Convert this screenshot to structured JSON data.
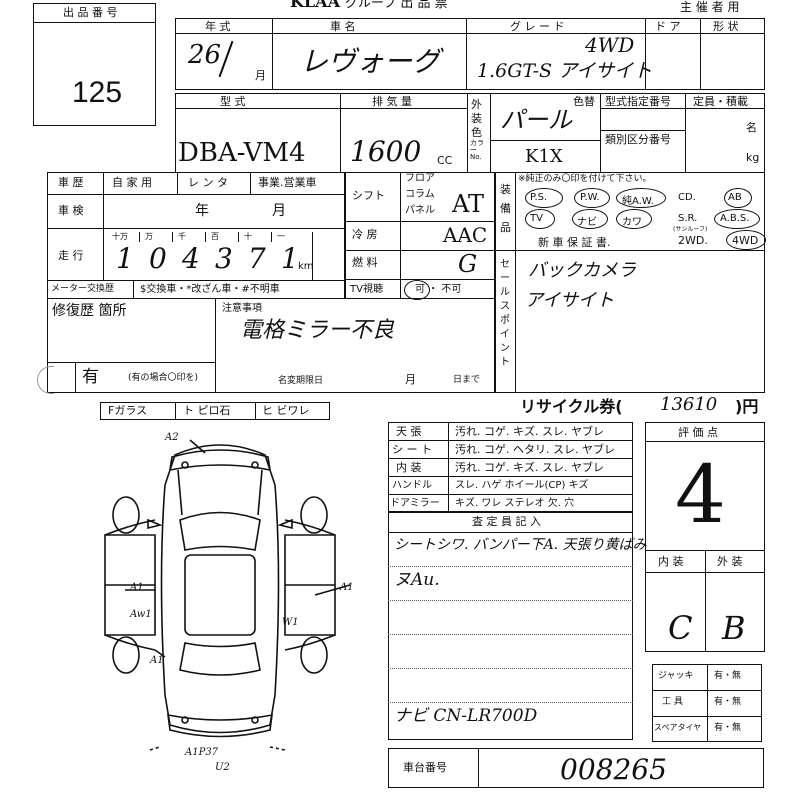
{
  "header": {
    "logo": "KLAA",
    "title": "グループ 出 品 票",
    "organizer_label": "主 催 者 用"
  },
  "lot": {
    "label": "出 品 番 号",
    "number": "125"
  },
  "top_row": {
    "year_label": "年 式",
    "year_value": "26",
    "month_label": "月",
    "car_name_label": "車 名",
    "car_name_value": "レヴォーグ",
    "grade_label": "グ レ ー ド",
    "grade_drive": "4WD",
    "grade_value": "1.6GT-S アイサイト",
    "doors_label": "ド ア",
    "shape_label": "形 状"
  },
  "second_row": {
    "model_label": "型 式",
    "model_value": "DBA-VM4",
    "displacement_label": "排 気 量",
    "displacement_value": "1600",
    "cc": "CC",
    "exterior_label": "外装色",
    "color_no_label": "カラーNo.",
    "color_change_label": "色替",
    "color_value": "パール",
    "color_code": "K1X",
    "type_designation_label": "型式指定番号",
    "category_label": "類別区分番号",
    "capacity_label": "定員・積載",
    "person_unit": "名",
    "kg_unit": "kg"
  },
  "history": {
    "title": "車 歴",
    "options": [
      "自 家 用",
      "レ ン タ",
      "事業.営業車"
    ],
    "inspection_label": "車 検",
    "year_unit": "年",
    "month_unit": "月",
    "mileage_label": "走 行",
    "digit_labels": [
      "十万",
      "万",
      "千",
      "百",
      "十",
      "一"
    ],
    "mileage_digits": [
      "1",
      "0",
      "4",
      "3",
      "7",
      "1"
    ],
    "km": "km",
    "meter_label": "メーター交換歴",
    "meter_options": "$交換車・*改ざん車・#不明車"
  },
  "shift": {
    "shift_label": "シフト",
    "shift_options": [
      "フロア",
      "コラム",
      "パネル"
    ],
    "shift_value": "AT",
    "ac_label": "冷 房",
    "ac_value": "AAC",
    "fuel_label": "燃 料",
    "fuel_value": "G",
    "tv_label": "TV視聴",
    "tv_options": "可 ・ 不可"
  },
  "equipment": {
    "label": "装備品",
    "note": "※純正のみ〇印を付けて下さい。",
    "items_row1": [
      "P.S.",
      "P.W.",
      "純A.W.",
      "CD.",
      "AB"
    ],
    "items_row2": [
      "TV",
      "ナビ",
      "カワ",
      "S.R.",
      "A.B.S."
    ],
    "items_row3": [
      "新 車 保 証 書.",
      "2WD.",
      "4WD"
    ],
    "sunroof_sub": "(サンルーフ)"
  },
  "sales_point": {
    "label": "セールスポイント",
    "lines": [
      "バックカメラ",
      "アイサイト"
    ]
  },
  "repair": {
    "label": "修復歴 箇所",
    "value": "有",
    "note": "(有の場合〇印を)",
    "caution_label": "注意事項",
    "caution_value": "電格ミラー不良",
    "deadline_label": "名変期限日",
    "month": "月",
    "day": "日まで"
  },
  "glass": {
    "f_label": "Fガラス",
    "t_label": "ト ピロ石",
    "h_label": "ヒ ビワレ"
  },
  "recycle": {
    "label": "リサイクル券(",
    "value": "13610",
    "yen": ")円"
  },
  "condition": {
    "rows": [
      {
        "label": "天 張",
        "values": "汚れ. コゲ. キズ. スレ. ヤブレ"
      },
      {
        "label": "シ ー ト",
        "values": "汚れ. コゲ. ヘタリ. スレ. ヤブレ"
      },
      {
        "label": "内 装",
        "values": "汚れ. コゲ. キズ. スレ. ヤブレ"
      },
      {
        "label": "ハンドル",
        "values": "スレ. ハゲ  ホイール(CP)  キズ"
      },
      {
        "label": "ドアミラー",
        "values": "キズ. ワレ  ステレオ  欠. 穴"
      }
    ]
  },
  "inspector": {
    "label": "査 定 員 記 入",
    "lines": [
      "シートシワ. バンパー下A. 天張り黄ばみ",
      "ヌAu.",
      "",
      "",
      "",
      "ナビ CN-LR700D"
    ]
  },
  "rating": {
    "label": "評 価 点",
    "score": "4",
    "interior_label": "内 装",
    "exterior_label": "外 装",
    "interior": "C",
    "exterior": "B"
  },
  "tools": [
    {
      "label": "ジャッキ",
      "value": "有・無"
    },
    {
      "label": "工 具",
      "value": "有・無"
    },
    {
      "label": "スペアタイヤ",
      "value": "有・無"
    }
  ],
  "chassis": {
    "label": "車台番号",
    "value": "008265"
  },
  "diagram": {
    "marks": [
      "A2",
      "A1",
      "Aw1",
      "A1",
      "A1",
      "W1",
      "A1P37",
      "U2"
    ]
  }
}
